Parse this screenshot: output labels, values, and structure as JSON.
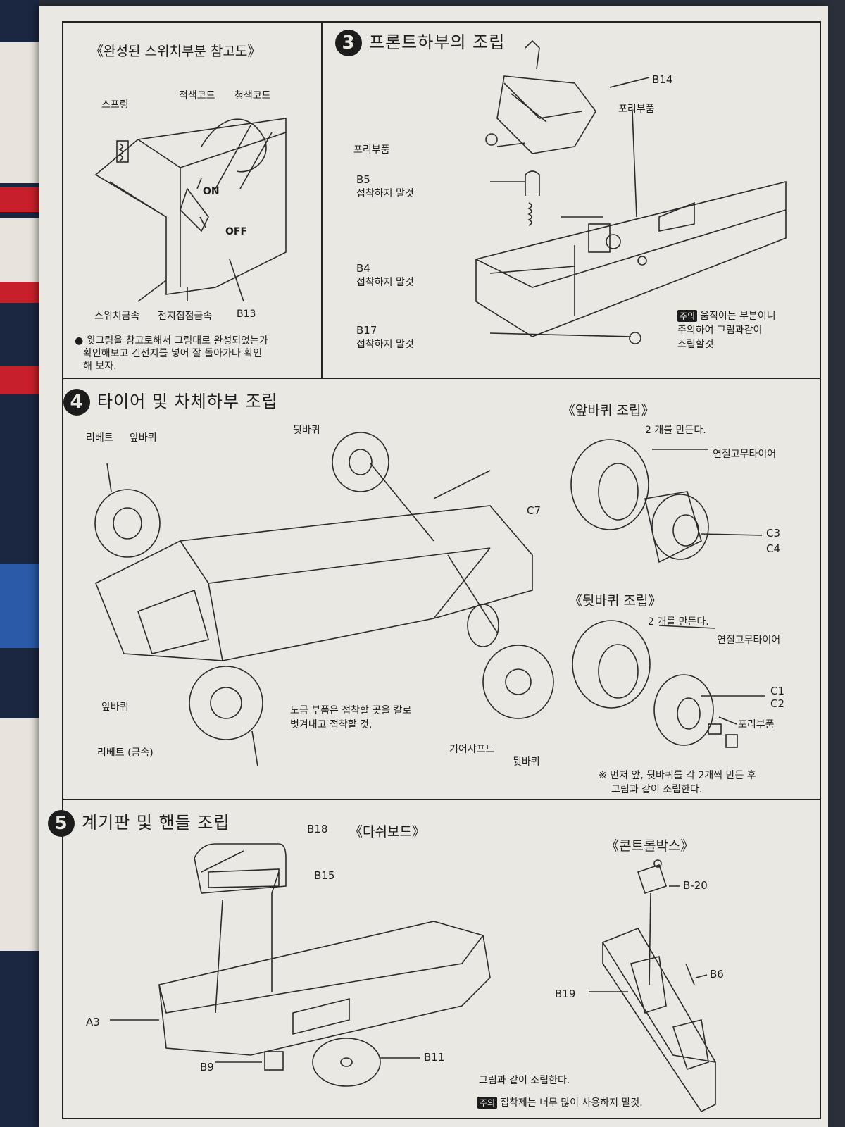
{
  "section_switch": {
    "title": "《완성된 스위치부분 참고도》",
    "labels": {
      "spring": "스프링",
      "red_cord": "적색코드",
      "blue_cord": "청색코드",
      "on": "ON",
      "off": "OFF",
      "switch_metal": "스위치금속",
      "battery_contact": "전지접점금속",
      "b13": "B13"
    },
    "note_line1": "● 윗그림을 참고로해서 그림대로 완성되었는가",
    "note_line2": "확인해보고 건전지를 넣어 잘 돌아가나 확인",
    "note_line3": "해 보자."
  },
  "section3": {
    "number": "3",
    "title": "프론트하부의 조립",
    "labels": {
      "b14": "B14",
      "pulley_right": "포리부품",
      "pulley_left": "포리부품",
      "b5": "B5",
      "b5_note": "접착하지 말것",
      "b4": "B4",
      "b4_note": "접착하지 말것",
      "b17": "B17",
      "b17_note": "접착하지 말것"
    },
    "caution_tag": "주의",
    "caution_line1": "움직이는 부분이니",
    "caution_line2": "주의하여 그림과같이",
    "caution_line3": "조립할것"
  },
  "section4": {
    "number": "4",
    "title": "타이어 및 차체하부 조립",
    "labels": {
      "rivet_top": "리베트",
      "front_wheel_top": "앞바퀴",
      "rear_wheel_top": "뒷바퀴",
      "c7": "C7",
      "front_wheel_bottom": "앞바퀴",
      "rivet_metal": "리베트 (금속)",
      "plating_line1": "도금 부품은 접착할 곳을 칼로",
      "plating_line2": "벗겨내고 접착할 것.",
      "gear_shaft": "기어샤프트",
      "rear_wheel_bottom": "뒷바퀴"
    },
    "front_assembly": {
      "title": "《앞바퀴 조립》",
      "count": "2 개를 만든다.",
      "tire": "연질고무타이어",
      "c3": "C3",
      "c4": "C4"
    },
    "rear_assembly": {
      "title": "《뒷바퀴 조립》",
      "count": "2 개를 만든다.",
      "tire": "연질고무타이어",
      "c1": "C1",
      "c2": "C2",
      "pulley": "포리부품"
    },
    "footnote_line1": "※ 먼저 앞, 뒷바퀴를 각 2개씩 만든 후",
    "footnote_line2": "그림과 같이 조립한다."
  },
  "section5": {
    "number": "5",
    "title": "계기판 및 핸들 조립",
    "dashboard_title": "《다쉬보드》",
    "console_title": "《콘트롤박스》",
    "labels": {
      "b18": "B18",
      "b15": "B15",
      "a3": "A3",
      "b9": "B9",
      "b11": "B11",
      "b20": "B-20",
      "b6": "B6",
      "b19": "B19"
    },
    "assemble_note": "그림과 같이 조립한다.",
    "caution_tag": "주의",
    "glue_note": "접착제는 너무 많이 사용하지 말것."
  },
  "colors": {
    "paper": "#e9e8e3",
    "ink": "#1c1c1c",
    "background": "#2a2f3a",
    "strip_red": "#c8202a",
    "strip_blue": "#2a5aa8"
  }
}
